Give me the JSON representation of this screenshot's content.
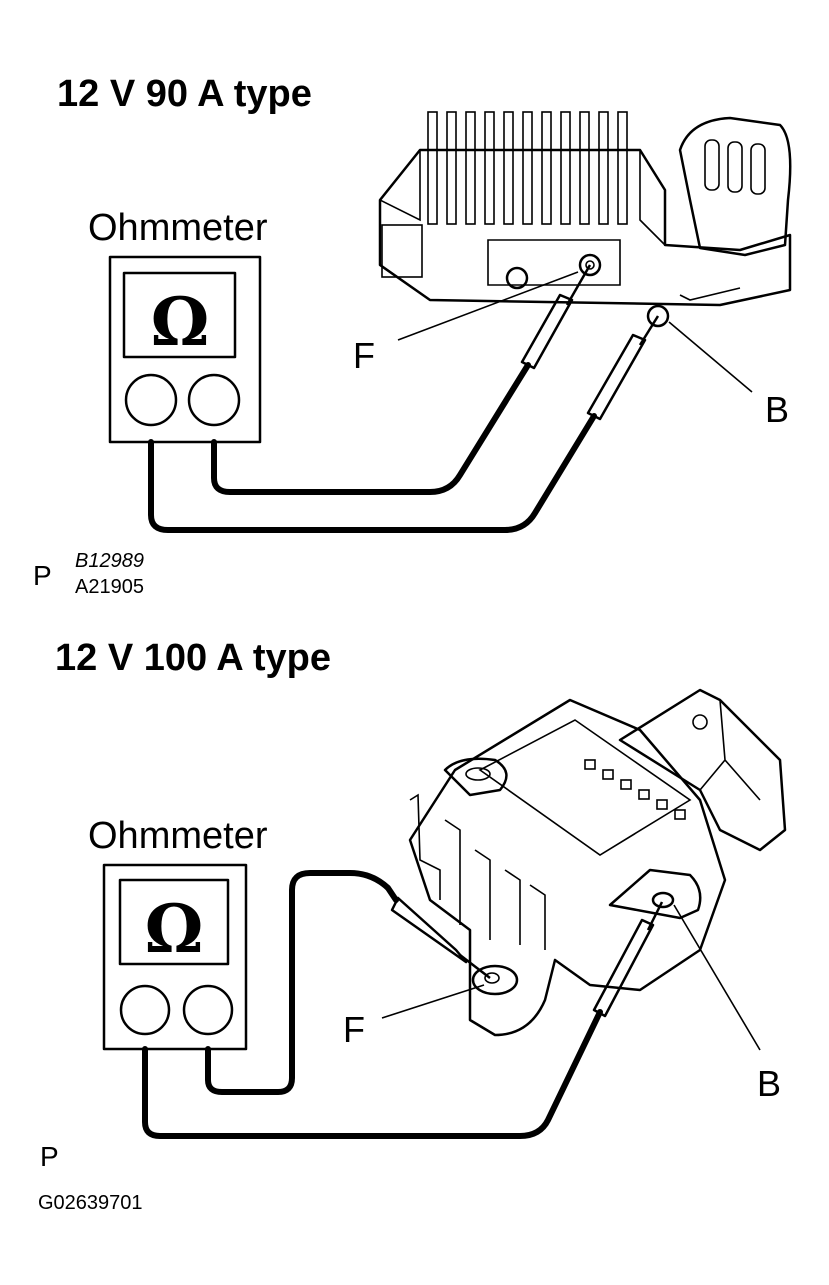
{
  "diagram": {
    "top": {
      "title": "12 V 90 A type",
      "meter_label": "Ohmmeter",
      "meter_symbol": "Ω",
      "callout_f": "F",
      "callout_b": "B",
      "mark": "P",
      "code_1": "B12989",
      "code_2": "A21905"
    },
    "bottom": {
      "title": "12 V 100 A type",
      "meter_label": "Ohmmeter",
      "meter_symbol": "Ω",
      "callout_f": "F",
      "callout_b": "B",
      "mark": "P",
      "figure_code": "G02639701"
    }
  }
}
